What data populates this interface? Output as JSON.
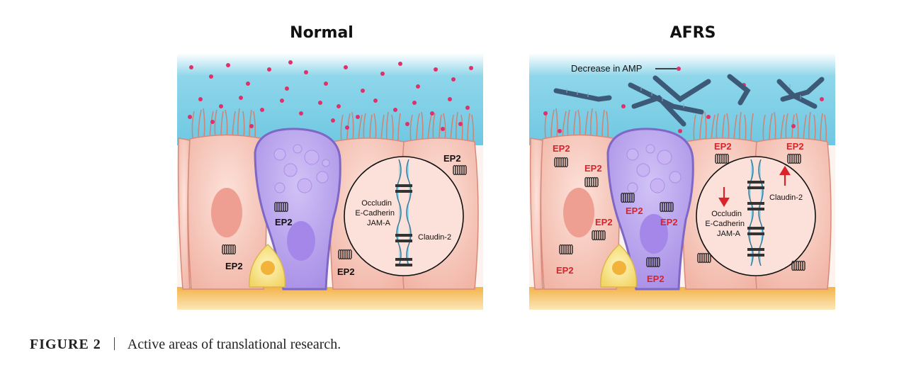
{
  "panels": {
    "normal": {
      "title": "Normal",
      "labels": {
        "ep2_goblet": "EP2",
        "ep2_left": "EP2",
        "ep2_right": "EP2",
        "ep2_top": "EP2",
        "occludin": "Occludin",
        "ecadherin": "E-Cadherin",
        "jama": "JAM-A",
        "claudin": "Claudin-2"
      }
    },
    "afrs": {
      "title": "AFRS",
      "labels": {
        "amp": "Decrease in AMP",
        "ep2_1": "EP2",
        "ep2_2": "EP2",
        "ep2_3": "EP2",
        "ep2_4": "EP2",
        "ep2_5": "EP2",
        "ep2_6": "EP2",
        "ep2_7": "EP2",
        "ep2_8": "EP2",
        "ep2_9": "EP2",
        "occludin": "Occludin",
        "ecadherin": "E-Cadherin",
        "jama": "JAM-A",
        "claudin": "Claudin-2"
      }
    }
  },
  "caption": {
    "label": "FIGURE 2",
    "text": "Active areas of translational research."
  },
  "colors": {
    "mucus": "#7fcfe6",
    "cell": "#f6c9bd",
    "goblet": "#b9a1ee",
    "basal": "#f5e07a",
    "amp": "#e0306b",
    "fungus": "#3c5a78",
    "ep2_normal": "#111111",
    "ep2_afrs": "#d9232a"
  }
}
